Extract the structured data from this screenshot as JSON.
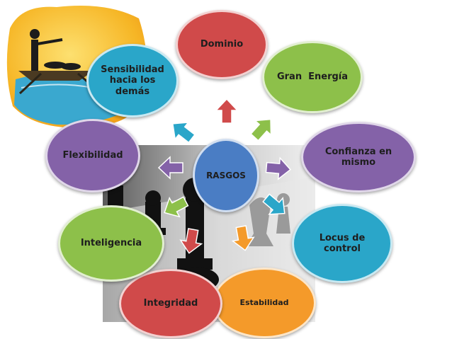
{
  "center": {
    "label": "RASGOS",
    "color": "#4a7dc4"
  },
  "nodes": [
    {
      "id": "dominio",
      "label": "Dominio",
      "color": "#d04a4a"
    },
    {
      "id": "gran-energia",
      "label": "Gran  Energía",
      "color": "#8dc04a"
    },
    {
      "id": "confianza",
      "label": "Confianza en mismo",
      "color": "#8462a8"
    },
    {
      "id": "locus",
      "label": "Locus de control",
      "color": "#2aa6c9"
    },
    {
      "id": "estabilidad",
      "label": "Estabilidad",
      "color": "#f49a2a"
    },
    {
      "id": "integridad",
      "label": "Integridad",
      "color": "#d04a4a"
    },
    {
      "id": "inteligencia",
      "label": "Inteligencia",
      "color": "#8dc04a"
    },
    {
      "id": "flexibilidad",
      "label": "Flexibilidad",
      "color": "#8462a8"
    },
    {
      "id": "sensibilidad",
      "label": "Sensibilidad hacia los demás",
      "color": "#2aa6c9"
    }
  ]
}
